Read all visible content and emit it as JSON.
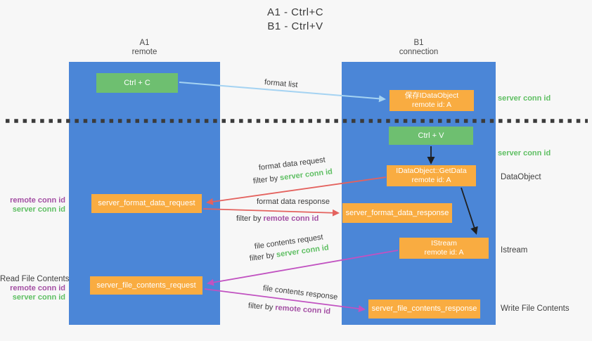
{
  "title": {
    "line1": "A1 - Ctrl+C",
    "line2": "B1 - Ctrl+V"
  },
  "lanes": {
    "a1": {
      "name": "A1",
      "subtitle": "remote"
    },
    "b1": {
      "name": "B1",
      "subtitle": "connection"
    }
  },
  "boxes": {
    "ctrl_c": "Ctrl + C",
    "ctrl_v": "Ctrl + V",
    "save_dataobject_line1": "保存IDataObject",
    "save_dataobject_line2": "remote id: A",
    "getdata_line1": "IDataObject::GetData",
    "getdata_line2": "remote id: A",
    "istream_line1": "IStream",
    "istream_line2": "remote id: A",
    "server_format_data_request": "server_format_data_request",
    "server_format_data_response": "server_format_data_response",
    "server_file_contents_request": "server_file_contents_request",
    "server_file_contents_response": "server_file_contents_response"
  },
  "arrow_labels": {
    "format_list": "format list",
    "format_data_request": "format data request",
    "format_data_response": "format data response",
    "file_contents_request": "file contents request",
    "file_contents_response": "file contents response",
    "filter_by": "filter by",
    "server_conn_id": "server conn id",
    "remote_conn_id": "remote conn id"
  },
  "side_labels": {
    "right_server_conn_id_top": "server conn id",
    "right_server_conn_id_mid": "server conn id",
    "right_dataobject": "DataObject",
    "right_istream": "Istream",
    "right_write_file_contents": "Write File Contents",
    "left_remote_conn_id_top": "remote conn id",
    "left_server_conn_id_top": "server conn id",
    "left_read_file_contents": "Read File Contents",
    "left_remote_conn_id_bottom": "remote conn id",
    "left_server_conn_id_bottom": "server conn id"
  },
  "colors": {
    "lane_blue": "#4b86d7",
    "box_green": "#6ebf70",
    "box_orange": "#f9ac41",
    "green_text": "#5fbf63",
    "purple_text": "#a34fa3",
    "red_arrow": "#e4625e",
    "magenta_arrow": "#c152c1",
    "light_blue_arrow": "#a5d3f2",
    "black_arrow": "#1f1f1f",
    "background": "#f7f7f7"
  }
}
